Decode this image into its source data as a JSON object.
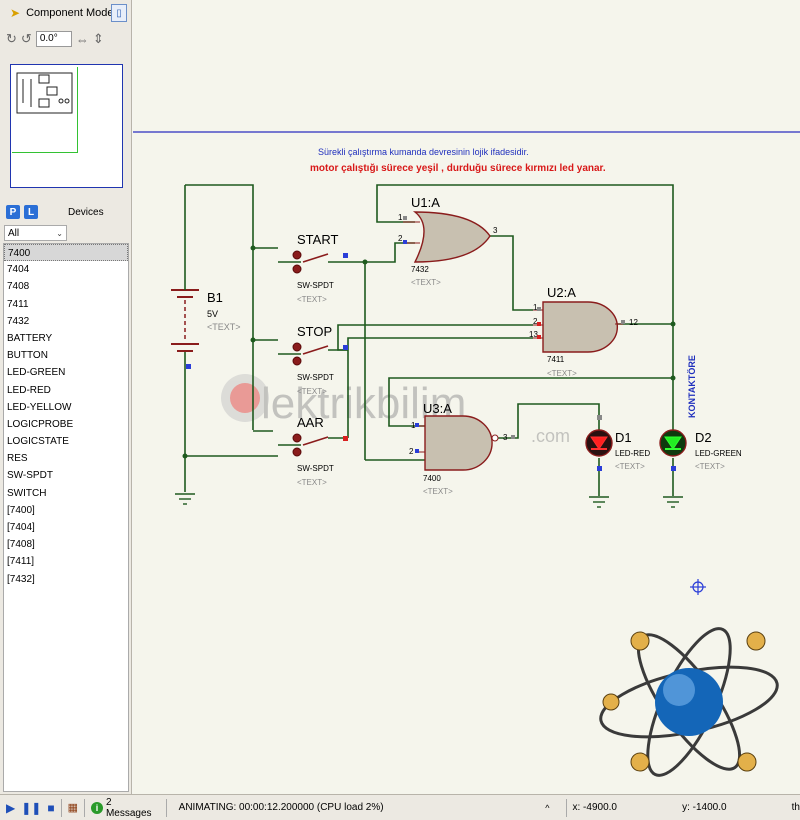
{
  "sidebar": {
    "mode_title": "Component Mode",
    "rotation_value": "0.0°",
    "devices_title": "Devices",
    "p_label": "P",
    "l_label": "L",
    "filter_value": "All",
    "devices": [
      "7400",
      "7404",
      "7408",
      "7411",
      "7432",
      "BATTERY",
      "BUTTON",
      "LED-GREEN",
      "LED-RED",
      "LED-YELLOW",
      "LOGICPROBE",
      "LOGICSTATE",
      "RES",
      "SW-SPDT",
      "SWITCH",
      "[7400]",
      "[7404]",
      "[7408]",
      "[7411]",
      "[7432]"
    ],
    "selected": "7400"
  },
  "schematic": {
    "desc_line": "Sürekli çalıştırma kumanda devresinin lojik ifadesidir.",
    "desc_line2": "motor çalıştığı sürece yeşil , durduğu sürece kırmızı led yanar.",
    "battery": {
      "ref": "B1",
      "value": "5V",
      "text": "<TEXT>"
    },
    "switches": [
      {
        "label": "START",
        "type": "SW-SPDT",
        "text": "<TEXT>"
      },
      {
        "label": "STOP",
        "type": "SW-SPDT",
        "text": "<TEXT>"
      },
      {
        "label": "AAR",
        "type": "SW-SPDT",
        "text": "<TEXT>"
      }
    ],
    "gates": [
      {
        "ref": "U1:A",
        "part": "7432",
        "text": "<TEXT>",
        "pins": [
          "1",
          "2",
          "3"
        ]
      },
      {
        "ref": "U2:A",
        "part": "7411",
        "text": "<TEXT>",
        "pins": [
          "1",
          "2",
          "13",
          "12"
        ]
      },
      {
        "ref": "U3:A",
        "part": "7400",
        "text": "<TEXT>",
        "pins": [
          "1",
          "2",
          "3"
        ]
      }
    ],
    "leds": [
      {
        "ref": "D1",
        "type": "LED-RED",
        "text": "<TEXT>"
      },
      {
        "ref": "D2",
        "type": "LED-GREEN",
        "text": "<TEXT>"
      }
    ],
    "net_label": "KONTAKTÖRE",
    "watermark_main": "lektrikbilim",
    "watermark_sub": ".com"
  },
  "status": {
    "messages": "2 Messages",
    "animating": "ANIMATING: 00:00:12.200000 (CPU load 2%)",
    "x": "x:  -4900.0",
    "y": "y:  -1400.0",
    "tail": "th"
  },
  "colors": {
    "wire": "#1e5a1e",
    "gate_fill": "#c8c0b0",
    "gate_stroke": "#8a1c1c",
    "desc_blue": "#1f2fbd",
    "desc_red": "#d81818",
    "pin_blue": "#2a3dd8",
    "pin_red": "#d82020"
  }
}
